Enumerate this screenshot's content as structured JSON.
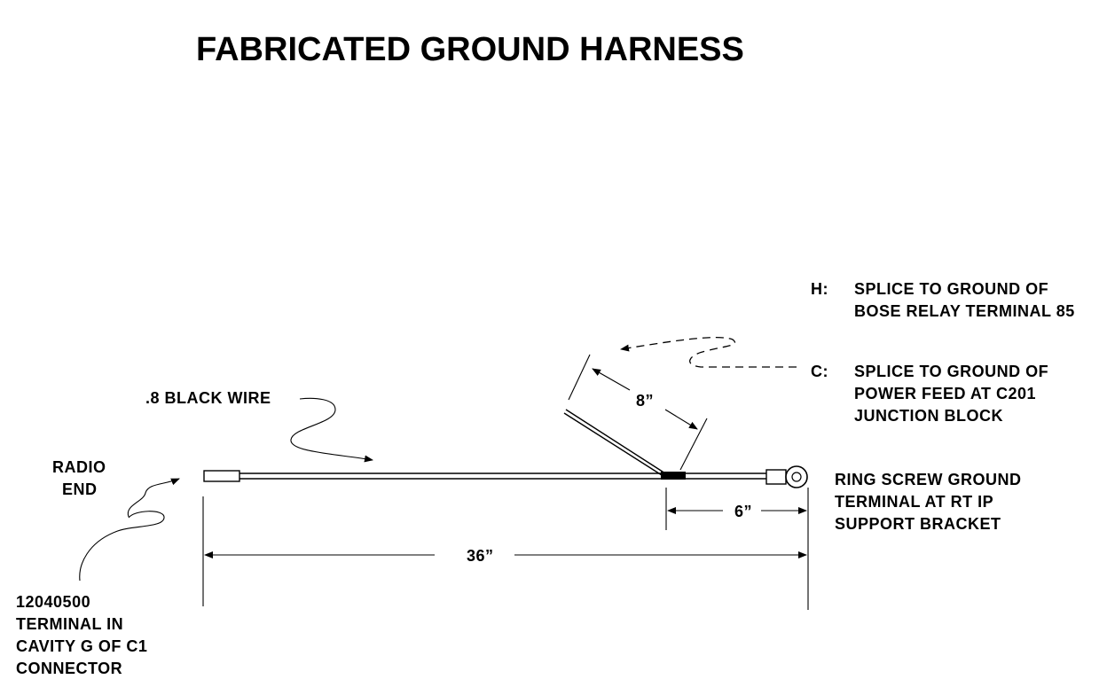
{
  "title": "FABRICATED GROUND HARNESS",
  "labels": {
    "radio_end": [
      "RADIO",
      "END"
    ],
    "wire": ".8 BLACK WIRE",
    "terminal": [
      "12040500",
      "TERMINAL IN",
      "CAVITY G OF C1",
      "CONNECTOR"
    ],
    "splice_h": [
      "H:",
      "SPLICE TO GROUND OF",
      "BOSE RELAY TERMINAL 85"
    ],
    "splice_c": [
      "C:",
      "SPLICE TO GROUND OF",
      "POWER FEED AT C201",
      "JUNCTION BLOCK"
    ],
    "ring": [
      "RING SCREW GROUND",
      "TERMINAL AT RT IP",
      "SUPPORT BRACKET"
    ]
  },
  "dimensions": {
    "branch": "8”",
    "ring_lead": "6”",
    "overall": "36”"
  }
}
